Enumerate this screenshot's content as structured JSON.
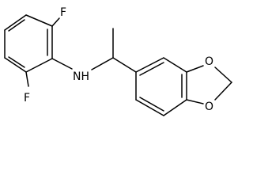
{
  "molecule": {
    "atoms": {
      "f_top": "F",
      "f_bottom": "F",
      "nh": "NH",
      "o_upper": "O",
      "o_lower": "O"
    }
  }
}
